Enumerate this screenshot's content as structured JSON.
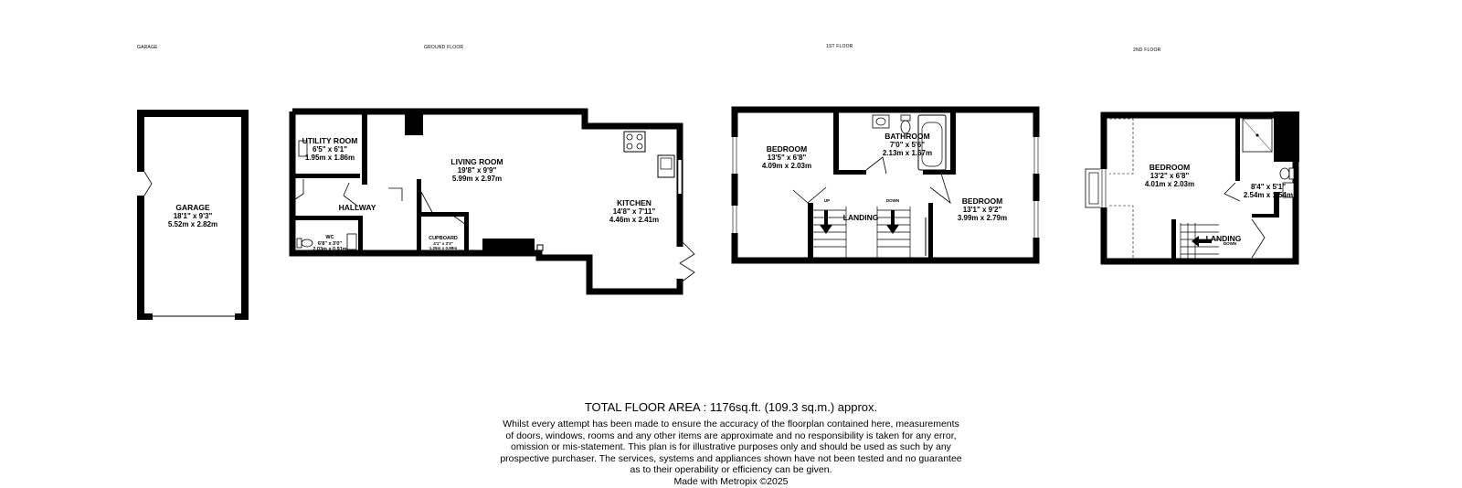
{
  "floors": {
    "garage": "GARAGE",
    "ground": "GROUND FLOOR",
    "first": "1ST FLOOR",
    "second": "2ND FLOOR"
  },
  "rooms": {
    "garage": {
      "name": "GARAGE",
      "imperial": "18'1\" x 9'3\"",
      "metric": "5.52m x 2.82m"
    },
    "utility": {
      "name": "UTILITY ROOM",
      "imperial": "6'5\" x 6'1\"",
      "metric": "1.95m x 1.86m"
    },
    "hallway": {
      "name": "HALLWAY"
    },
    "wc": {
      "name": "WC",
      "imperial": "6'8\" x 3'0\"",
      "metric": "2.03m x 0.91m"
    },
    "living": {
      "name": "LIVING ROOM",
      "imperial": "19'8\" x 9'9\"",
      "metric": "5.99m x 2.97m"
    },
    "cupboard": {
      "name": "CUPBOARD",
      "imperial": "4'1\" x 3'3\"",
      "metric": "1.25m x 0.99m"
    },
    "kitchen": {
      "name": "KITCHEN",
      "imperial": "14'8\" x 7'11\"",
      "metric": "4.46m x 2.41m"
    },
    "bedroom1": {
      "name": "BEDROOM",
      "imperial": "13'5\" x 6'8\"",
      "metric": "4.09m x 2.03m"
    },
    "bathroom": {
      "name": "BATHROOM",
      "imperial": "7'0\" x 5'6\"",
      "metric": "2.13m x 1.67m"
    },
    "bedroom2": {
      "name": "BEDROOM",
      "imperial": "13'1\" x 9'2\"",
      "metric": "3.99m x 2.79m"
    },
    "landing1": {
      "name": "LANDING",
      "up": "UP",
      "down": "DOWN"
    },
    "bedroom3": {
      "name": "BEDROOM",
      "imperial": "13'2\" x 6'8\"",
      "metric": "4.01m x 2.03m"
    },
    "ensuite": {
      "imperial": "8'4\" x 5'1\"",
      "metric": "2.54m x 1.54m"
    },
    "landing2": {
      "name": "LANDING",
      "down": "DOWN"
    }
  },
  "footer": {
    "total": "TOTAL FLOOR AREA : 1176sq.ft. (109.3 sq.m.) approx.",
    "disclaimer": [
      "Whilst every attempt has been made to ensure the accuracy of the floorplan contained here, measurements",
      "of doors, windows, rooms and any other items are approximate and no responsibility is taken for any error,",
      "omission or mis-statement. This plan is for illustrative purposes only and should be used as such by any",
      "prospective purchaser. The services, systems and appliances shown have not been tested and no guarantee",
      "as to their operability or efficiency can be given."
    ],
    "credit": "Made with Metropix ©2025"
  }
}
